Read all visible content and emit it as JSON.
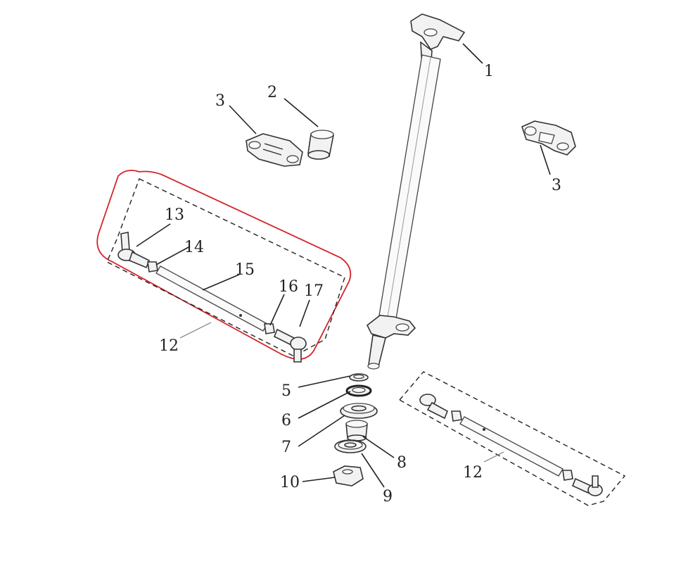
{
  "diagram": {
    "labels": {
      "l1": "1",
      "l2": "2",
      "l3a": "3",
      "l3b": "3",
      "l5": "5",
      "l6": "6",
      "l7": "7",
      "l8": "8",
      "l9": "9",
      "l10": "10",
      "l12a": "12",
      "l12b": "12",
      "l13": "13",
      "l14": "14",
      "l15": "15",
      "l16": "16",
      "l17": "17"
    },
    "highlight_color": "#d4242a",
    "line_color": "#222222"
  }
}
